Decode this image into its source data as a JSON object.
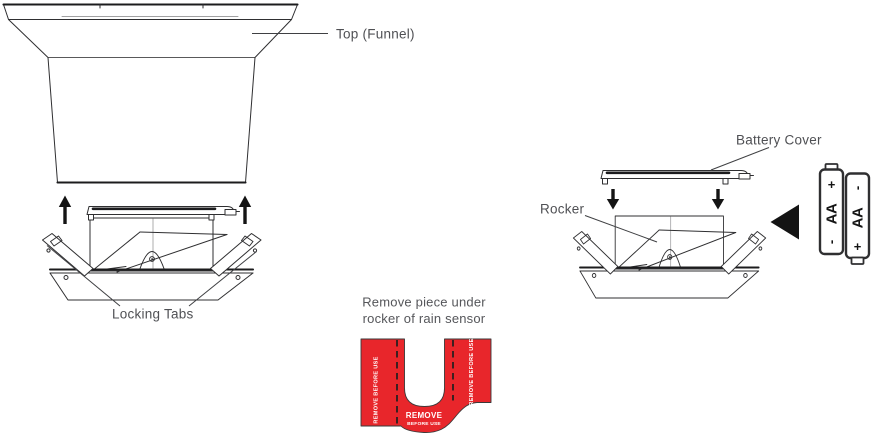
{
  "funnel_section": {
    "label_top_funnel": "Top (Funnel)",
    "label_locking_tabs": "Locking Tabs"
  },
  "battery_section": {
    "label_battery_cover": "Battery Cover",
    "label_rocker": "Rocker",
    "battery_left": {
      "top_terminal": "+",
      "type": "AA",
      "bottom_terminal": "-"
    },
    "battery_right": {
      "top_terminal": "-",
      "type": "AA",
      "bottom_terminal": "+"
    }
  },
  "remove_tag_section": {
    "caption_line1": "Remove piece under",
    "caption_line2": "rocker of rain sensor",
    "tag_side_text_left": "REMOVE BEFORE USE",
    "tag_side_text_right": "REMOVE BEFORE USE",
    "tag_bottom_line1": "REMOVE",
    "tag_bottom_line2": "BEFORE USE"
  },
  "colors": {
    "tag_red": "#e8262b",
    "label_text": "#4f5054",
    "diagram_line": "#2f2f31"
  }
}
